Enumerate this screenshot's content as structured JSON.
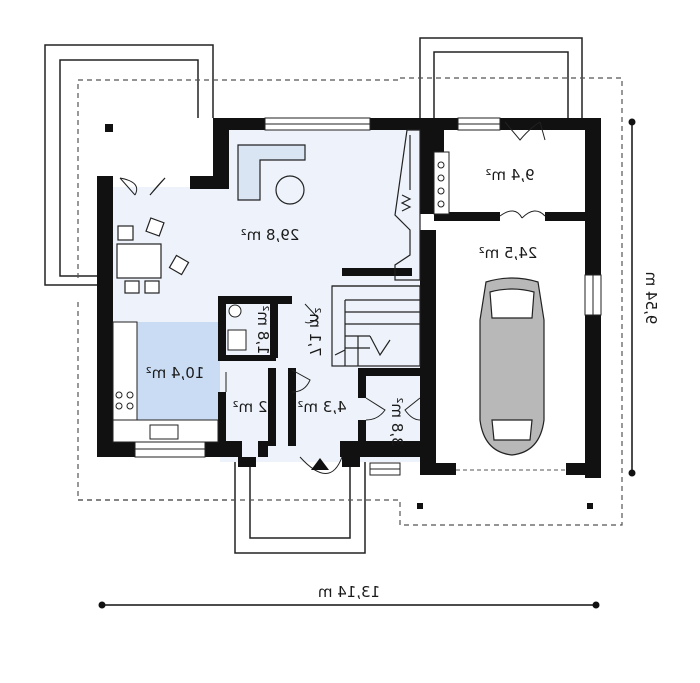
{
  "colors": {
    "wall": "#111111",
    "light_floor": "#eef3fb",
    "kitchen_floor": "#c9dcf3",
    "car_fill": "#b8b8b8",
    "line": "#222222",
    "dash": "#555555"
  },
  "rooms": {
    "living": "29,8 m²",
    "kitchen": "10,4 m²",
    "boiler": "9,4 m²",
    "garage": "24,5 m²",
    "wc": "1,8 m²",
    "hall": "7,1 m²",
    "pantry": "2 m²",
    "vestibule": "4,3 m²",
    "closet": "3,8 m²"
  },
  "dimensions": {
    "width": "13,14 m",
    "depth": "9,54 m"
  }
}
